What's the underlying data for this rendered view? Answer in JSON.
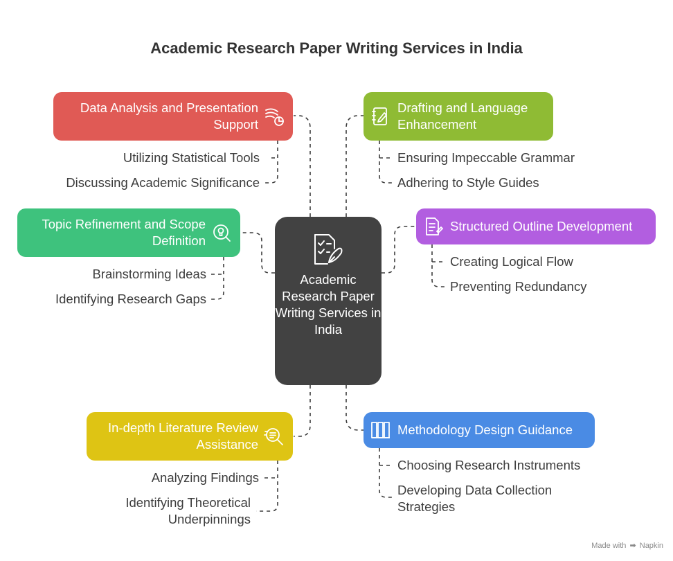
{
  "title": "Academic Research Paper Writing Services in India",
  "center": {
    "label": "Academic Research Paper Writing Services in India",
    "icon": "checklist-pen-icon"
  },
  "branches": [
    {
      "label": "Data Analysis and Presentation Support",
      "color": "#e05a55",
      "icon": "data-chart-icon",
      "items": [
        "Utilizing Statistical Tools",
        "Discussing Academic Significance"
      ]
    },
    {
      "label": "Drafting and Language Enhancement",
      "color": "#8fbb34",
      "icon": "notebook-pen-icon",
      "items": [
        "Ensuring Impeccable Grammar",
        "Adhering to Style Guides"
      ]
    },
    {
      "label": "Topic Refinement and Scope Definition",
      "color": "#3ec27d",
      "icon": "magnifier-idea-icon",
      "items": [
        "Brainstorming Ideas",
        "Identifying Research Gaps"
      ]
    },
    {
      "label": "Structured Outline Development",
      "color": "#b25ee0",
      "icon": "outline-list-icon",
      "items": [
        "Creating Logical Flow",
        "Preventing Redundancy"
      ]
    },
    {
      "label": "In-depth Literature Review Assistance",
      "color": "#dec414",
      "icon": "magnifier-document-icon",
      "items": [
        "Analyzing Findings",
        "Identifying Theoretical Underpinnings"
      ]
    },
    {
      "label": "Methodology Design Guidance",
      "color": "#4a8be4",
      "icon": "columns-icon",
      "items": [
        "Choosing Research Instruments",
        "Developing Data Collection Strategies"
      ]
    }
  ],
  "footer": {
    "made_with": "Made with",
    "brand": "Napkin"
  }
}
